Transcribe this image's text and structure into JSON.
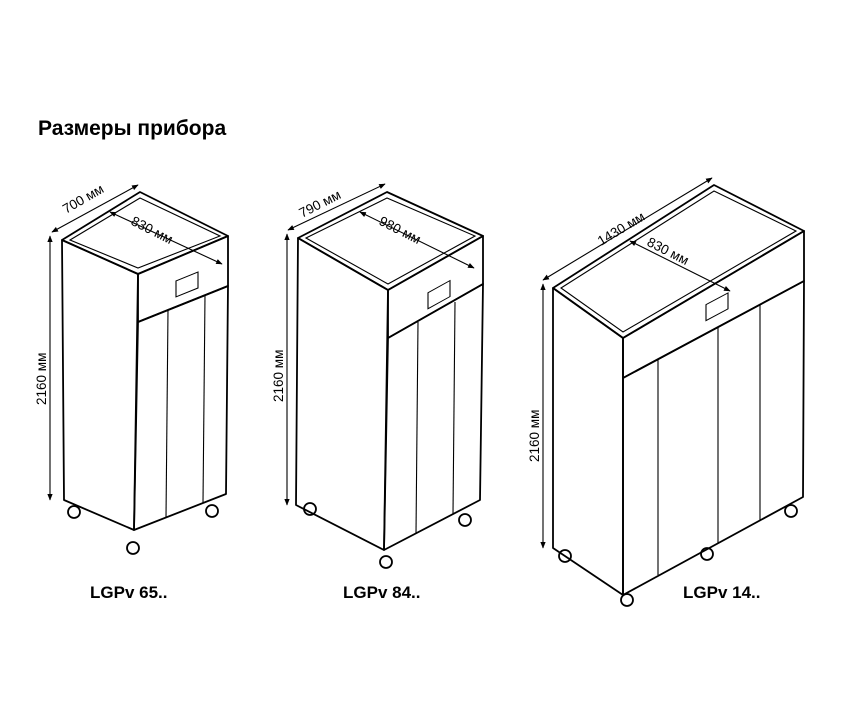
{
  "title": "Размеры прибора",
  "units": [
    {
      "model": "LGPv 65..",
      "width": "700 мм",
      "depth": "830 мм",
      "height": "2160 мм"
    },
    {
      "model": "LGPv 84..",
      "width": "790 мм",
      "depth": "980 мм",
      "height": "2160 мм"
    },
    {
      "model": "LGPv 14..",
      "width": "1430 мм",
      "depth": "830 мм",
      "height": "2160 мм"
    }
  ]
}
